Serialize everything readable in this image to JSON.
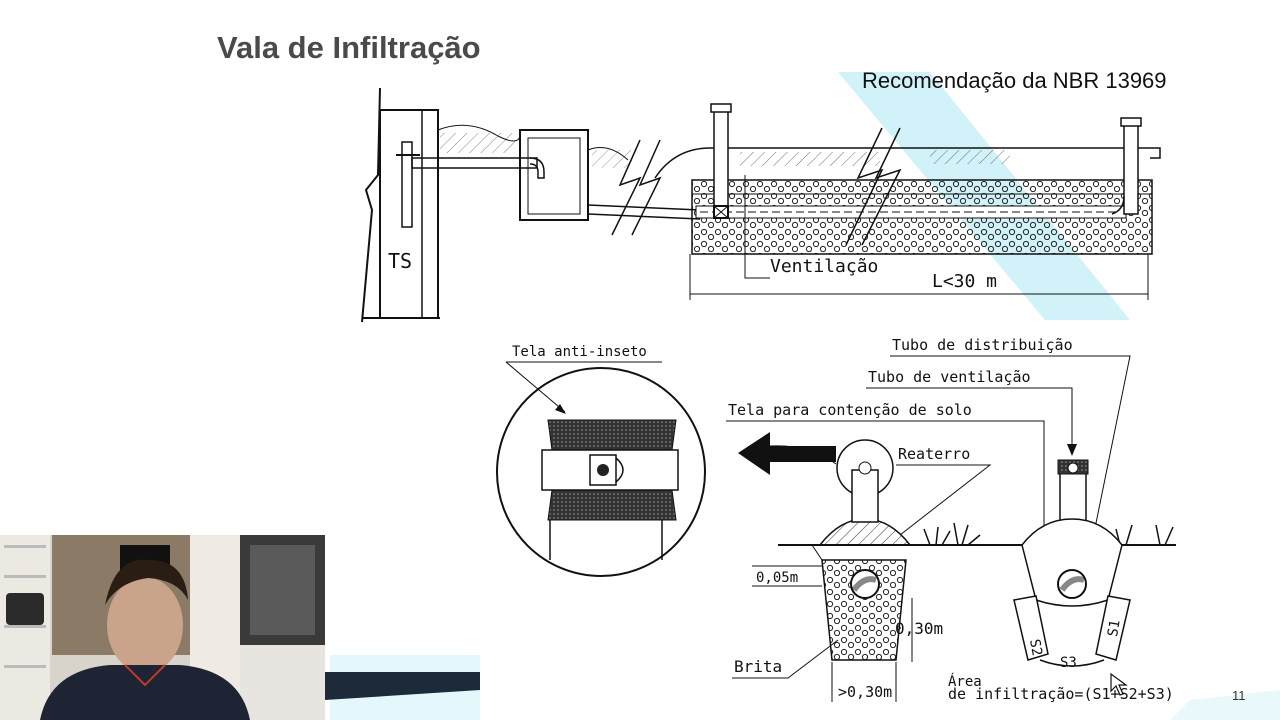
{
  "slide": {
    "title": "Vala de Infiltração",
    "subtitle": "Recomendação da NBR 13969",
    "page_number": "11"
  },
  "top_diagram": {
    "tank_label": "TS",
    "ventilation_label": "Ventilação",
    "length_label": "L<30 m"
  },
  "bottom_diagram": {
    "screen_label": "Tela anti-inseto",
    "distribution_pipe_label": "Tubo de distribuição",
    "ventilation_pipe_label": "Tubo de ventilação",
    "soil_screen_label": "Tela para contenção de solo",
    "backfill_label": "Reaterro",
    "gravel_label": "Brita",
    "dim_005": "0,05m",
    "dim_030_side": "0,30m",
    "dim_030_bottom": ">0,30m",
    "s1": "S1",
    "s2": "S2",
    "s3": "S3",
    "area_line1": "Área",
    "area_line2": "de infiltração=(S1+S2+S3)"
  },
  "colors": {
    "accent_light_blue": "#c9f0f7",
    "title_gray": "#4a4a4a"
  }
}
